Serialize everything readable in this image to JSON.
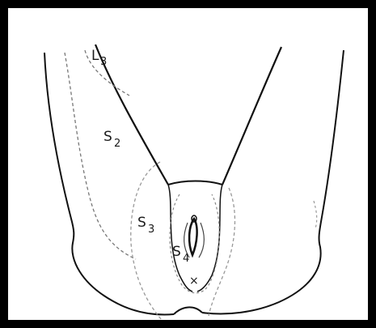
{
  "diagram": {
    "labels": {
      "l3": "L",
      "l3_sub": "3",
      "s2": "S",
      "s2_sub": "2",
      "s3": "S",
      "s3_sub": "3",
      "s4": "S",
      "s4_sub": "4",
      "x_mark": "×"
    },
    "colors": {
      "border": "#000000",
      "outline": "#111111",
      "dermatome": "#777777",
      "background": "#ffffff"
    }
  }
}
